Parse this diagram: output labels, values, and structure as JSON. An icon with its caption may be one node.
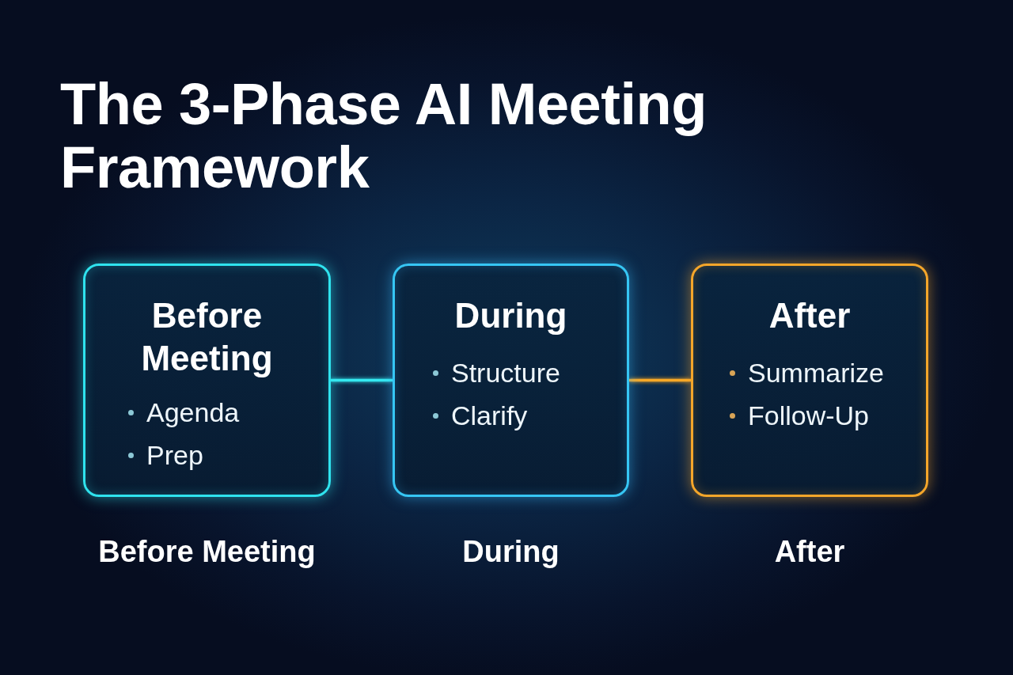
{
  "diagram": {
    "title": "The 3-Phase AI Meeting Framework",
    "nodes": [
      {
        "text": [
          "Before Meeting",
          "Agenda",
          "Prep"
        ],
        "beside": [
          "Before Meeting"
        ]
      },
      {
        "text": [
          "During",
          "Structure",
          "Clarify"
        ],
        "beside": [
          "During"
        ]
      },
      {
        "text": [
          "After",
          "Summarize",
          "Follow-Up"
        ],
        "beside": [
          "After"
        ]
      }
    ],
    "edges": [
      {
        "from": 0,
        "to": 1,
        "arrow": "none",
        "color": "#35e8f0"
      },
      {
        "from": 1,
        "to": 2,
        "arrow": "none",
        "color": "#f7a825"
      }
    ]
  }
}
